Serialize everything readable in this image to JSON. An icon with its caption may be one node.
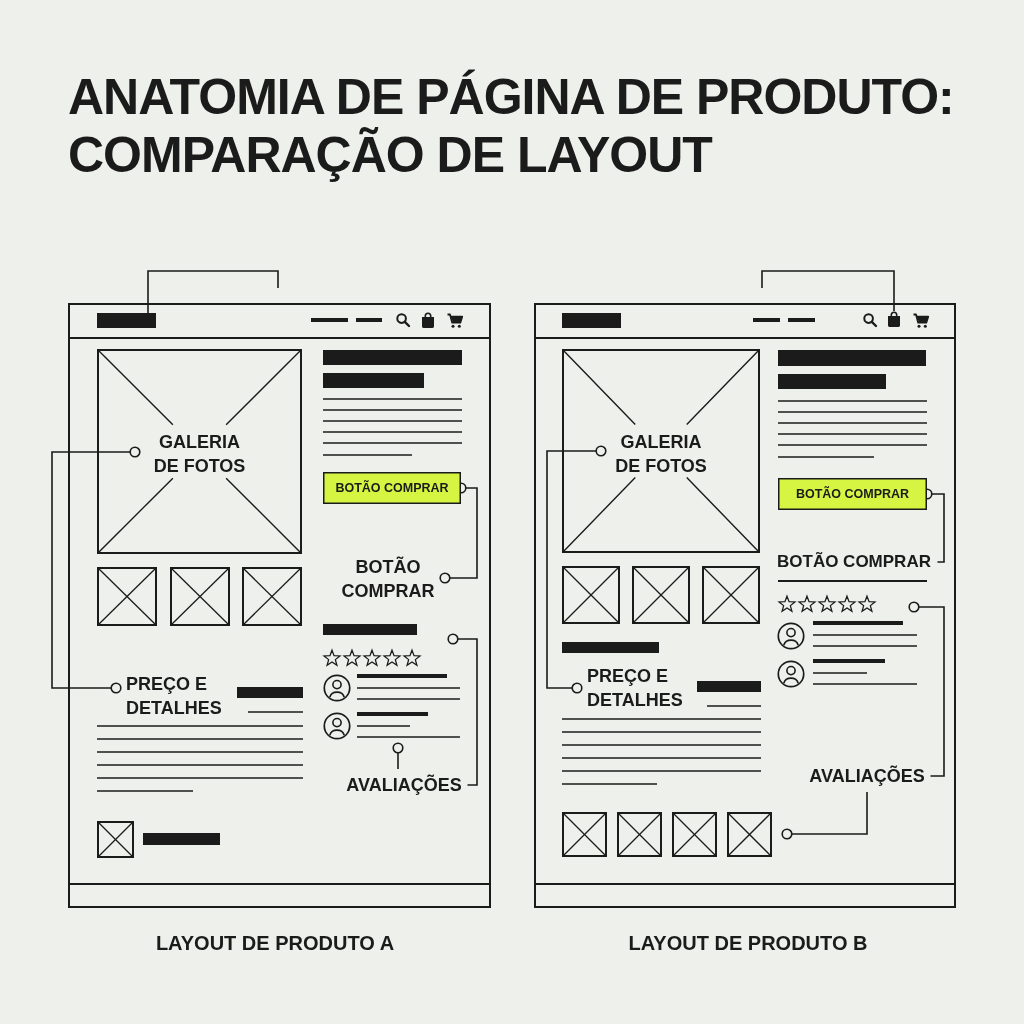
{
  "diagram": {
    "title": "ANATOMIA DE PÁGINA DE PRODUTO: COMPARAÇÃO DE LAYOUT",
    "nodes": [
      {
        "text": [],
        "shape": "box",
        "beside": [
          "LAYOUT DE PRODUTO A"
        ]
      },
      {
        "text": [
          "GALERIA DE FOTOS"
        ],
        "in": 0
      },
      {
        "text": [
          "BOTÃO COMPRAR"
        ],
        "in": 0
      },
      {
        "text": [
          "BOTÃO COMPRAR"
        ],
        "in": 0
      },
      {
        "text": [
          "PREÇO E DETALHES"
        ],
        "in": 0
      },
      {
        "text": [
          "AVALIAÇÕES"
        ],
        "in": 0
      },
      {
        "text": [],
        "shape": "box",
        "beside": [
          "LAYOUT DE PRODUTO B"
        ]
      },
      {
        "text": [
          "GALERIA DE FOTOS"
        ],
        "in": 6
      },
      {
        "text": [
          "BOTÃO COMPRAR"
        ],
        "in": 6
      },
      {
        "text": [
          "BOTÃO COMPRAR"
        ],
        "in": 6
      },
      {
        "text": [
          "PREÇO E DETALHES"
        ],
        "in": 6
      },
      {
        "text": [
          "AVALIAÇÕES"
        ],
        "in": 6
      }
    ],
    "edges": [
      {
        "from": 1,
        "to": 4,
        "arrow": "other"
      },
      {
        "from": 2,
        "to": 3,
        "arrow": "other"
      },
      {
        "from": 5,
        "to": null,
        "arrow": "other"
      },
      {
        "from": 5,
        "to": null,
        "arrow": "other"
      },
      {
        "from": 7,
        "to": 10,
        "arrow": "other"
      },
      {
        "from": 8,
        "to": 9,
        "arrow": "other"
      },
      {
        "from": 11,
        "to": null,
        "arrow": "other"
      },
      {
        "from": 11,
        "to": null,
        "arrow": "other"
      }
    ]
  }
}
